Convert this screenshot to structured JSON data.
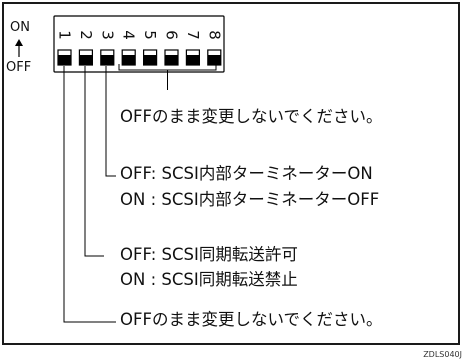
{
  "switch_states": {
    "on": "ON",
    "off": "OFF"
  },
  "switch_numbers": [
    "1",
    "2",
    "3",
    "4",
    "5",
    "6",
    "7",
    "8"
  ],
  "notes": {
    "switches_4_8": "OFFのまま変更しないでください。",
    "switch_3_off": "OFF: SCSI内部ターミネーターON",
    "switch_3_on": "ON  : SCSI内部ターミネーターOFF",
    "switch_2_off": "OFF: SCSI同期転送許可",
    "switch_2_on": "ON  : SCSI同期転送禁止",
    "switch_1": "OFFのまま変更しないでください。"
  },
  "figure_code": "ZDLS040J"
}
